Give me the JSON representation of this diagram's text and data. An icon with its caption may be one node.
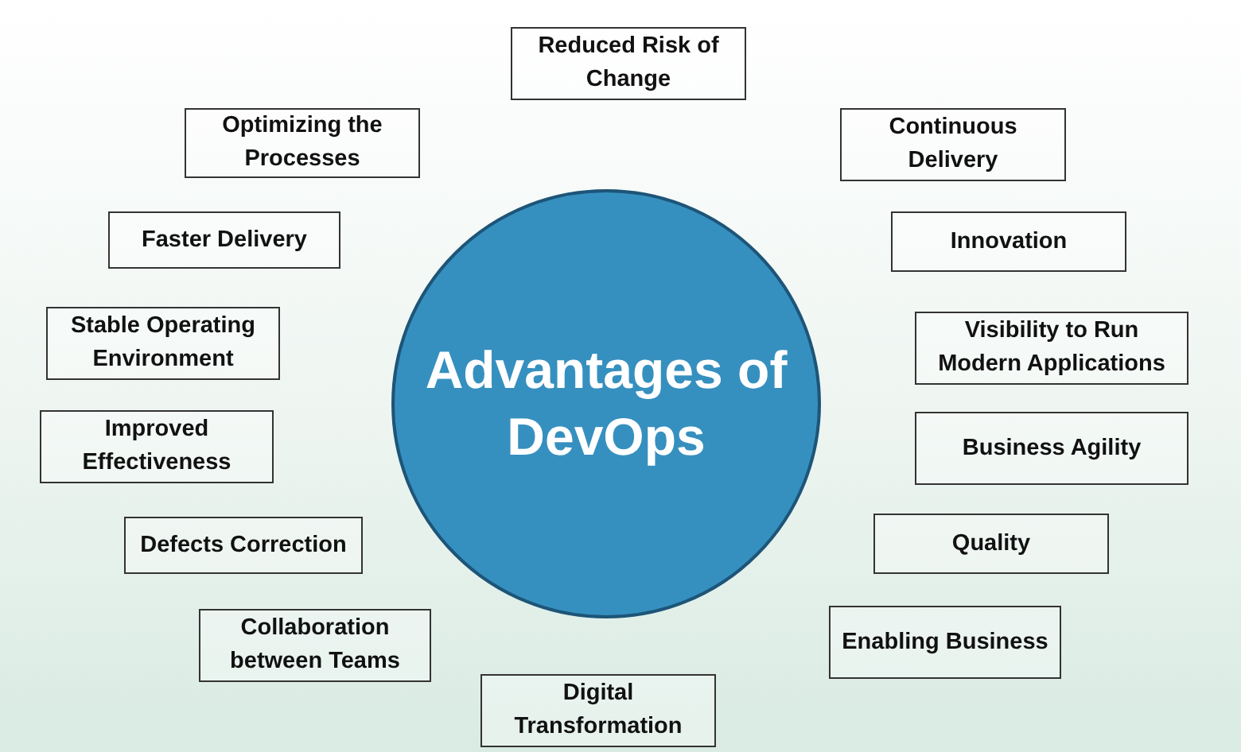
{
  "diagram": {
    "nodes": [
      {
        "text": [
          "Advantages of DevOps"
        ]
      },
      {
        "text": [
          "Reduced Risk of Change"
        ]
      },
      {
        "text": [
          "Optimizing the Processes"
        ]
      },
      {
        "text": [
          "Continuous Delivery"
        ]
      },
      {
        "text": [
          "Faster Delivery"
        ]
      },
      {
        "text": [
          "Innovation"
        ]
      },
      {
        "text": [
          "Stable Operating Environment"
        ]
      },
      {
        "text": [
          "Visibility to Run Modern Applications"
        ]
      },
      {
        "text": [
          "Improved Effectiveness"
        ]
      },
      {
        "text": [
          "Business Agility"
        ]
      },
      {
        "text": [
          "Defects Correction"
        ]
      },
      {
        "text": [
          "Quality"
        ]
      },
      {
        "text": [
          "Collaboration between Teams"
        ]
      },
      {
        "text": [
          "Enabling Business"
        ]
      },
      {
        "text": [
          "Digital Transformation"
        ]
      }
    ]
  }
}
